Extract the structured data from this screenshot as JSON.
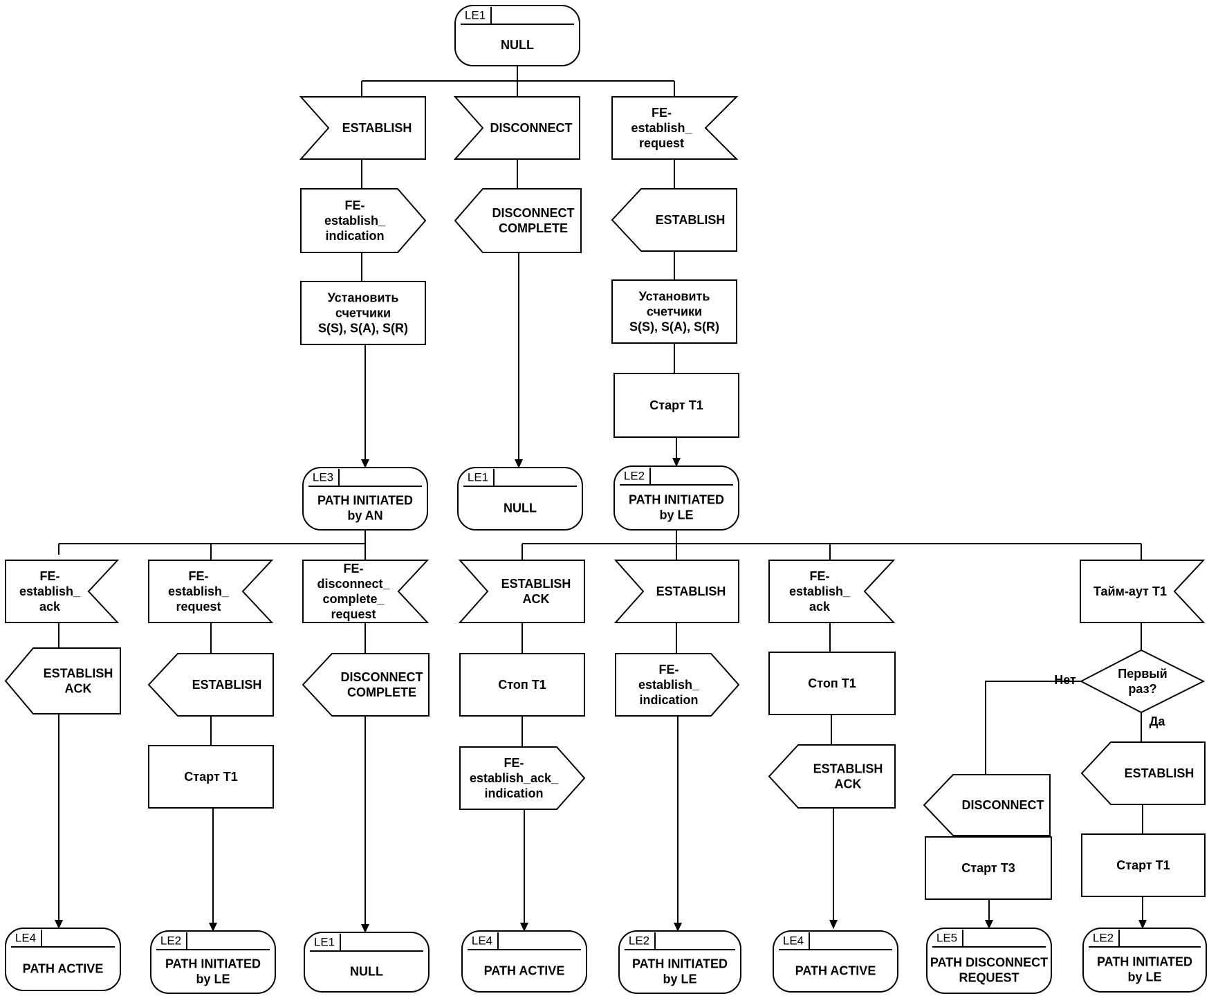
{
  "states": {
    "top_null": {
      "tag": "LE1",
      "lines": [
        "NULL"
      ]
    },
    "le3_path_an": {
      "tag": "LE3",
      "lines": [
        "PATH INITIATED",
        "by AN"
      ]
    },
    "le1_null_mid": {
      "tag": "LE1",
      "lines": [
        "NULL"
      ]
    },
    "le2_path_le_mid": {
      "tag": "LE2",
      "lines": [
        "PATH INITIATED",
        "by LE"
      ]
    },
    "b_c1": {
      "tag": "LE4",
      "lines": [
        "PATH ACTIVE"
      ]
    },
    "b_c2": {
      "tag": "LE2",
      "lines": [
        "PATH INITIATED",
        "by LE"
      ]
    },
    "b_c3": {
      "tag": "LE1",
      "lines": [
        "NULL"
      ]
    },
    "b_c4": {
      "tag": "LE4",
      "lines": [
        "PATH ACTIVE"
      ]
    },
    "b_c5": {
      "tag": "LE2",
      "lines": [
        "PATH INITIATED",
        "by LE"
      ]
    },
    "b_c6": {
      "tag": "LE4",
      "lines": [
        "PATH ACTIVE"
      ]
    },
    "b_c7": {
      "tag": "LE5",
      "lines": [
        "PATH DISCONNECT",
        "REQUEST"
      ]
    },
    "b_c8": {
      "tag": "LE2",
      "lines": [
        "PATH INITIATED",
        "by LE"
      ]
    }
  },
  "inputs": {
    "t_in1": [
      "ESTABLISH"
    ],
    "t_in2": [
      "DISCONNECT"
    ],
    "t_in3": [
      "FE-",
      "establish_",
      "request"
    ],
    "c1_in": [
      "FE-",
      "establish_",
      "ack"
    ],
    "c2_in": [
      "FE-",
      "establish_",
      "request"
    ],
    "c3_in": [
      "FE-",
      "disconnect_",
      "complete_",
      "request"
    ],
    "c4_in": [
      "ESTABLISH",
      "ACK"
    ],
    "c5_in": [
      "ESTABLISH"
    ],
    "c6_in": [
      "FE-",
      "establish_",
      "ack"
    ],
    "c8_in": [
      "Тайм-аут T1"
    ]
  },
  "outputs": {
    "t1_out": [
      "FE-",
      "establish_",
      "indication"
    ],
    "t2_out": [
      "DISCONNECT",
      "COMPLETE"
    ],
    "t3_out": [
      "ESTABLISH"
    ],
    "c1_out": [
      "ESTABLISH",
      "ACK"
    ],
    "c2_out": [
      "ESTABLISH"
    ],
    "c3_out": [
      "DISCONNECT",
      "COMPLETE"
    ],
    "c4_out": [
      "FE-",
      "establish_ack_",
      "indication"
    ],
    "c5_out": [
      "FE-",
      "establish_",
      "indication"
    ],
    "c6_out": [
      "ESTABLISH",
      "ACK"
    ],
    "c7_out": [
      "DISCONNECT"
    ],
    "c8_out": [
      "ESTABLISH"
    ]
  },
  "tasks": {
    "t1_task": [
      "Установить",
      "счетчики",
      "S(S), S(A), S(R)"
    ],
    "t3_task": [
      "Установить",
      "счетчики",
      "S(S), S(A), S(R)"
    ],
    "t3_start": [
      "Старт T1"
    ],
    "c2_task": [
      "Старт T1"
    ],
    "c4_task": [
      "Стоп T1"
    ],
    "c6_task": [
      "Стоп T1"
    ],
    "c7_task": [
      "Старт T3"
    ],
    "c8_task": [
      "Старт T1"
    ]
  },
  "decision": {
    "lines": [
      "Первый",
      "раз?"
    ],
    "no_label": "Нет",
    "yes_label": "Да"
  }
}
